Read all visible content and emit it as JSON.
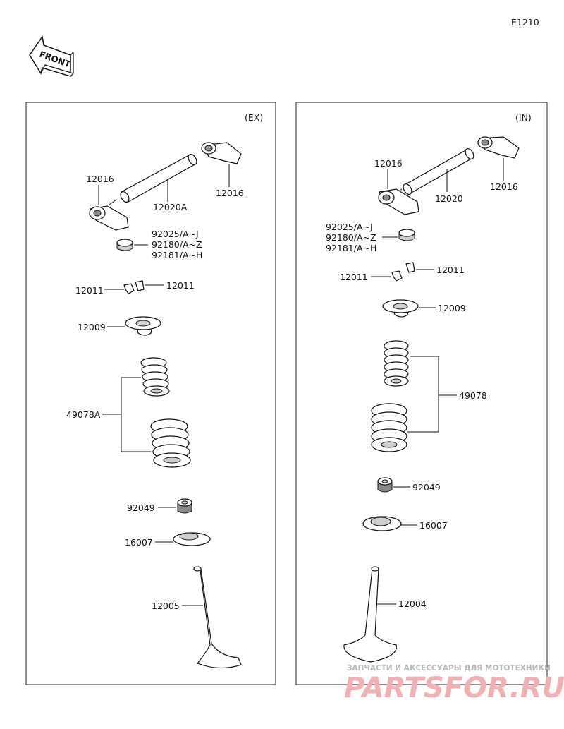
{
  "diagram_code": "E1210",
  "front_label": "FRONT",
  "panel_ex": {
    "title": "(EX)",
    "labels": {
      "rocker_left": "12016",
      "rocker_right": "12016",
      "shaft": "12020A",
      "shim1": "92025/A~J",
      "shim2": "92180/A~Z",
      "shim3": "92181/A~H",
      "keeper_left": "12011",
      "keeper_right": "12011",
      "retainer": "12009",
      "spring": "49078A",
      "seal": "92049",
      "seat": "16007",
      "valve": "12005"
    }
  },
  "panel_in": {
    "title": "(IN)",
    "labels": {
      "rocker_left": "12016",
      "rocker_right": "12016",
      "shaft": "12020",
      "shim1": "92025/A~J",
      "shim2": "92180/A~Z",
      "shim3": "92181/A~H",
      "keeper_left": "12011",
      "keeper_right": "12011",
      "retainer": "12009",
      "spring": "49078",
      "seal": "92049",
      "seat": "16007",
      "valve": "12004"
    }
  },
  "watermark": {
    "line1": "ЗАПЧАСТИ И АКСЕССУАРЫ ДЛЯ МОТОТЕХНИКИ",
    "line2": "PARTSFOR.RU"
  }
}
